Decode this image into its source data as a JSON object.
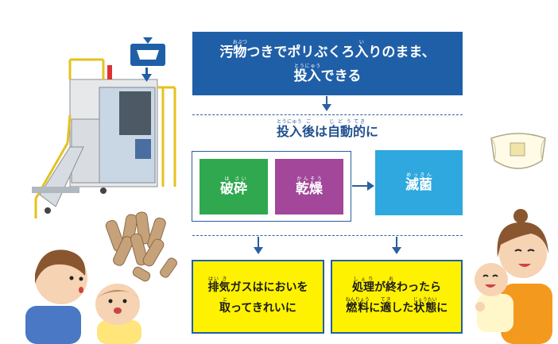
{
  "top_box": {
    "line1": [
      {
        "t": "汚"
      },
      {
        "t": "物",
        "r": "おぶつ"
      },
      {
        "t": "つきでポリぶくろ"
      },
      {
        "t": "入",
        "r": "い"
      },
      {
        "t": "りのまま、"
      }
    ],
    "line2": [
      {
        "t": "投入",
        "r": "とうにゅう"
      },
      {
        "t": "できる"
      }
    ]
  },
  "auto_label": [
    {
      "t": "投入",
      "r": "とうにゅう"
    },
    {
      "t": "後",
      "r": "ご"
    },
    {
      "t": "は"
    },
    {
      "t": "自動",
      "r": "じどう"
    },
    {
      "t": "的",
      "r": "てき"
    },
    {
      "t": "に"
    }
  ],
  "processes": {
    "crush": [
      {
        "t": "破",
        "r": "は"
      },
      {
        "t": "砕",
        "r": "さい"
      }
    ],
    "dry": [
      {
        "t": "乾",
        "r": "かん"
      },
      {
        "t": "燥",
        "r": "そう"
      }
    ],
    "sterilize": [
      {
        "t": "滅",
        "r": "めっ"
      },
      {
        "t": "菌",
        "r": "きん"
      }
    ]
  },
  "results": {
    "exhaust_line1": [
      {
        "t": "排",
        "r": "はい"
      },
      {
        "t": "気",
        "r": "き"
      },
      {
        "t": "ガスはにおいを"
      }
    ],
    "exhaust_line2": [
      {
        "t": "取",
        "r": "と"
      },
      {
        "t": "ってきれいに"
      }
    ],
    "fuel_line1": [
      {
        "t": "処理",
        "r": "しょり"
      },
      {
        "t": "が"
      },
      {
        "t": "終",
        "r": "お"
      },
      {
        "t": "わったら"
      }
    ],
    "fuel_line2": [
      {
        "t": "燃料",
        "r": "ねんりょう"
      },
      {
        "t": "に"
      },
      {
        "t": "適",
        "r": "てき"
      },
      {
        "t": "した"
      },
      {
        "t": "状態",
        "r": "じょうたい"
      },
      {
        "t": "に"
      }
    ]
  },
  "colors": {
    "blue": "#1f5fa8",
    "green": "#2fa84f",
    "purple": "#a2479a",
    "cyan": "#2ea8de",
    "yellow": "#fff200"
  }
}
